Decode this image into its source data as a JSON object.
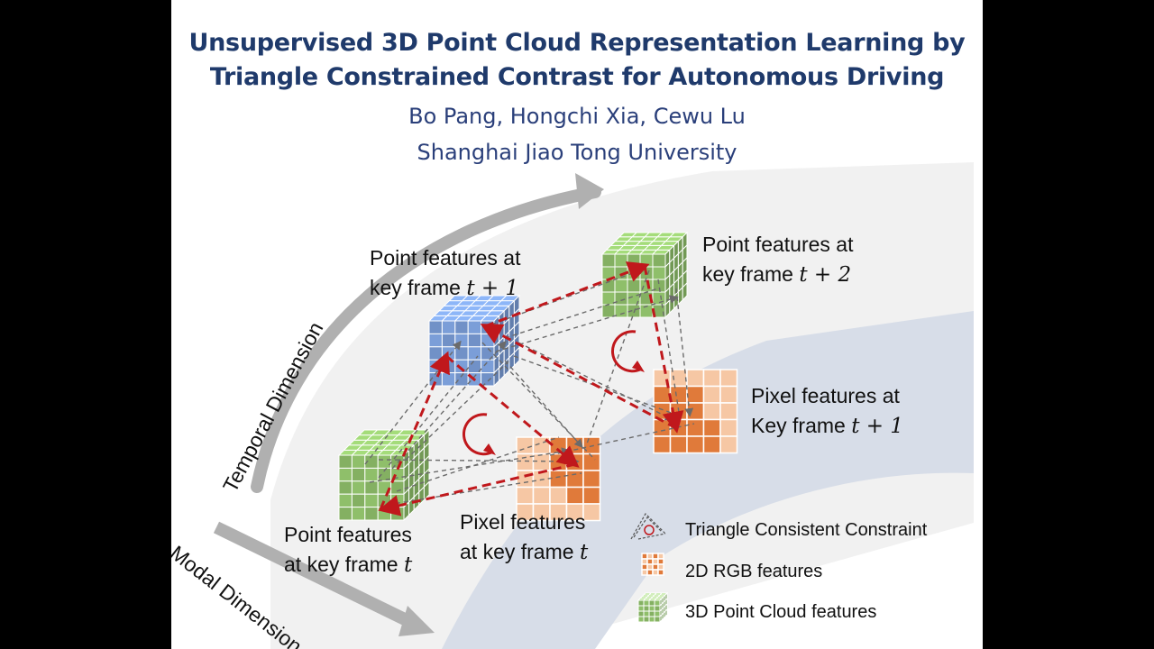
{
  "title": {
    "line1": "Unsupervised 3D Point Cloud Representation Learning by",
    "line2": "Triangle Constrained Contrast for Autonomous Driving"
  },
  "authors": "Bo Pang, Hongchi Xia, Cewu Lu",
  "affiliation": "Shanghai Jiao Tong University",
  "labels": {
    "point_t1_a": "Point features at",
    "point_t1_b": "key frame",
    "point_t1_math": "t + 1",
    "point_t2_a": "Point features at",
    "point_t2_b": "key frame",
    "point_t2_math": "t + 2",
    "pixel_t1_a": "Pixel features at",
    "pixel_t1_b": "Key frame",
    "pixel_t1_math": "t + 1",
    "point_t_a": "Point features",
    "point_t_b": "at key frame",
    "point_t_math": "t",
    "pixel_t_a": "Pixel features",
    "pixel_t_b": "at key frame",
    "pixel_t_math": "t"
  },
  "axes": {
    "temporal": "Temporal Dimension",
    "modal": "Modal Dimension"
  },
  "legend": {
    "triangle": "Triangle Consistent Constraint",
    "rgb": "2D RGB features",
    "pointcloud": "3D Point Cloud features"
  },
  "colors": {
    "title": "#1f3a6b",
    "point_green": "#8fbf6a",
    "point_blue": "#7b9ed8",
    "pixel_orange": "#e07a3a",
    "pixel_light": "#f6c7a4",
    "arrow_red": "#c0181c"
  }
}
